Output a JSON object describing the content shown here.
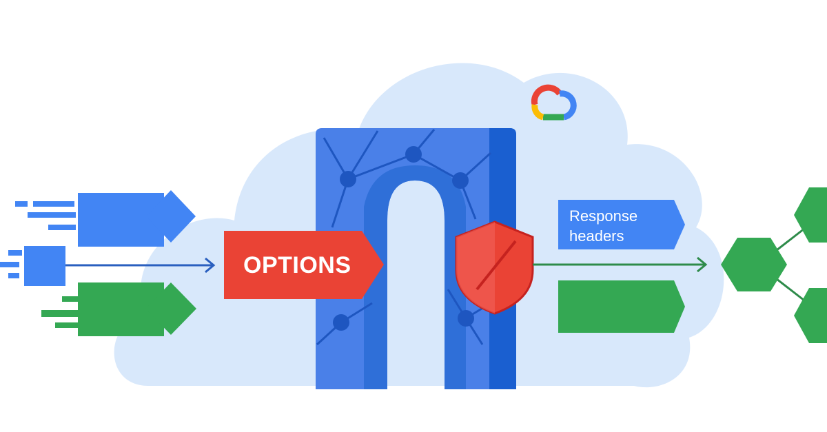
{
  "request": {
    "method_label": "OPTIONS"
  },
  "response": {
    "headers_label_line1": "Response",
    "headers_label_line2": "headers"
  },
  "colors": {
    "cloud": "#d8e8fb",
    "blue": "#4285f4",
    "blue_dark": "#1a5fd0",
    "red": "#ea4335",
    "red_dark": "#c5221f",
    "green": "#34a853",
    "yellow": "#fbbc04",
    "arrow_blue": "#2a5fbf",
    "arrow_green": "#2e8b4a"
  },
  "icons": {
    "brand": "google-cloud-logo-icon",
    "security": "blocked-shield-icon",
    "gateway": "network-arch-icon",
    "destination": "hexagon-network-icon"
  }
}
